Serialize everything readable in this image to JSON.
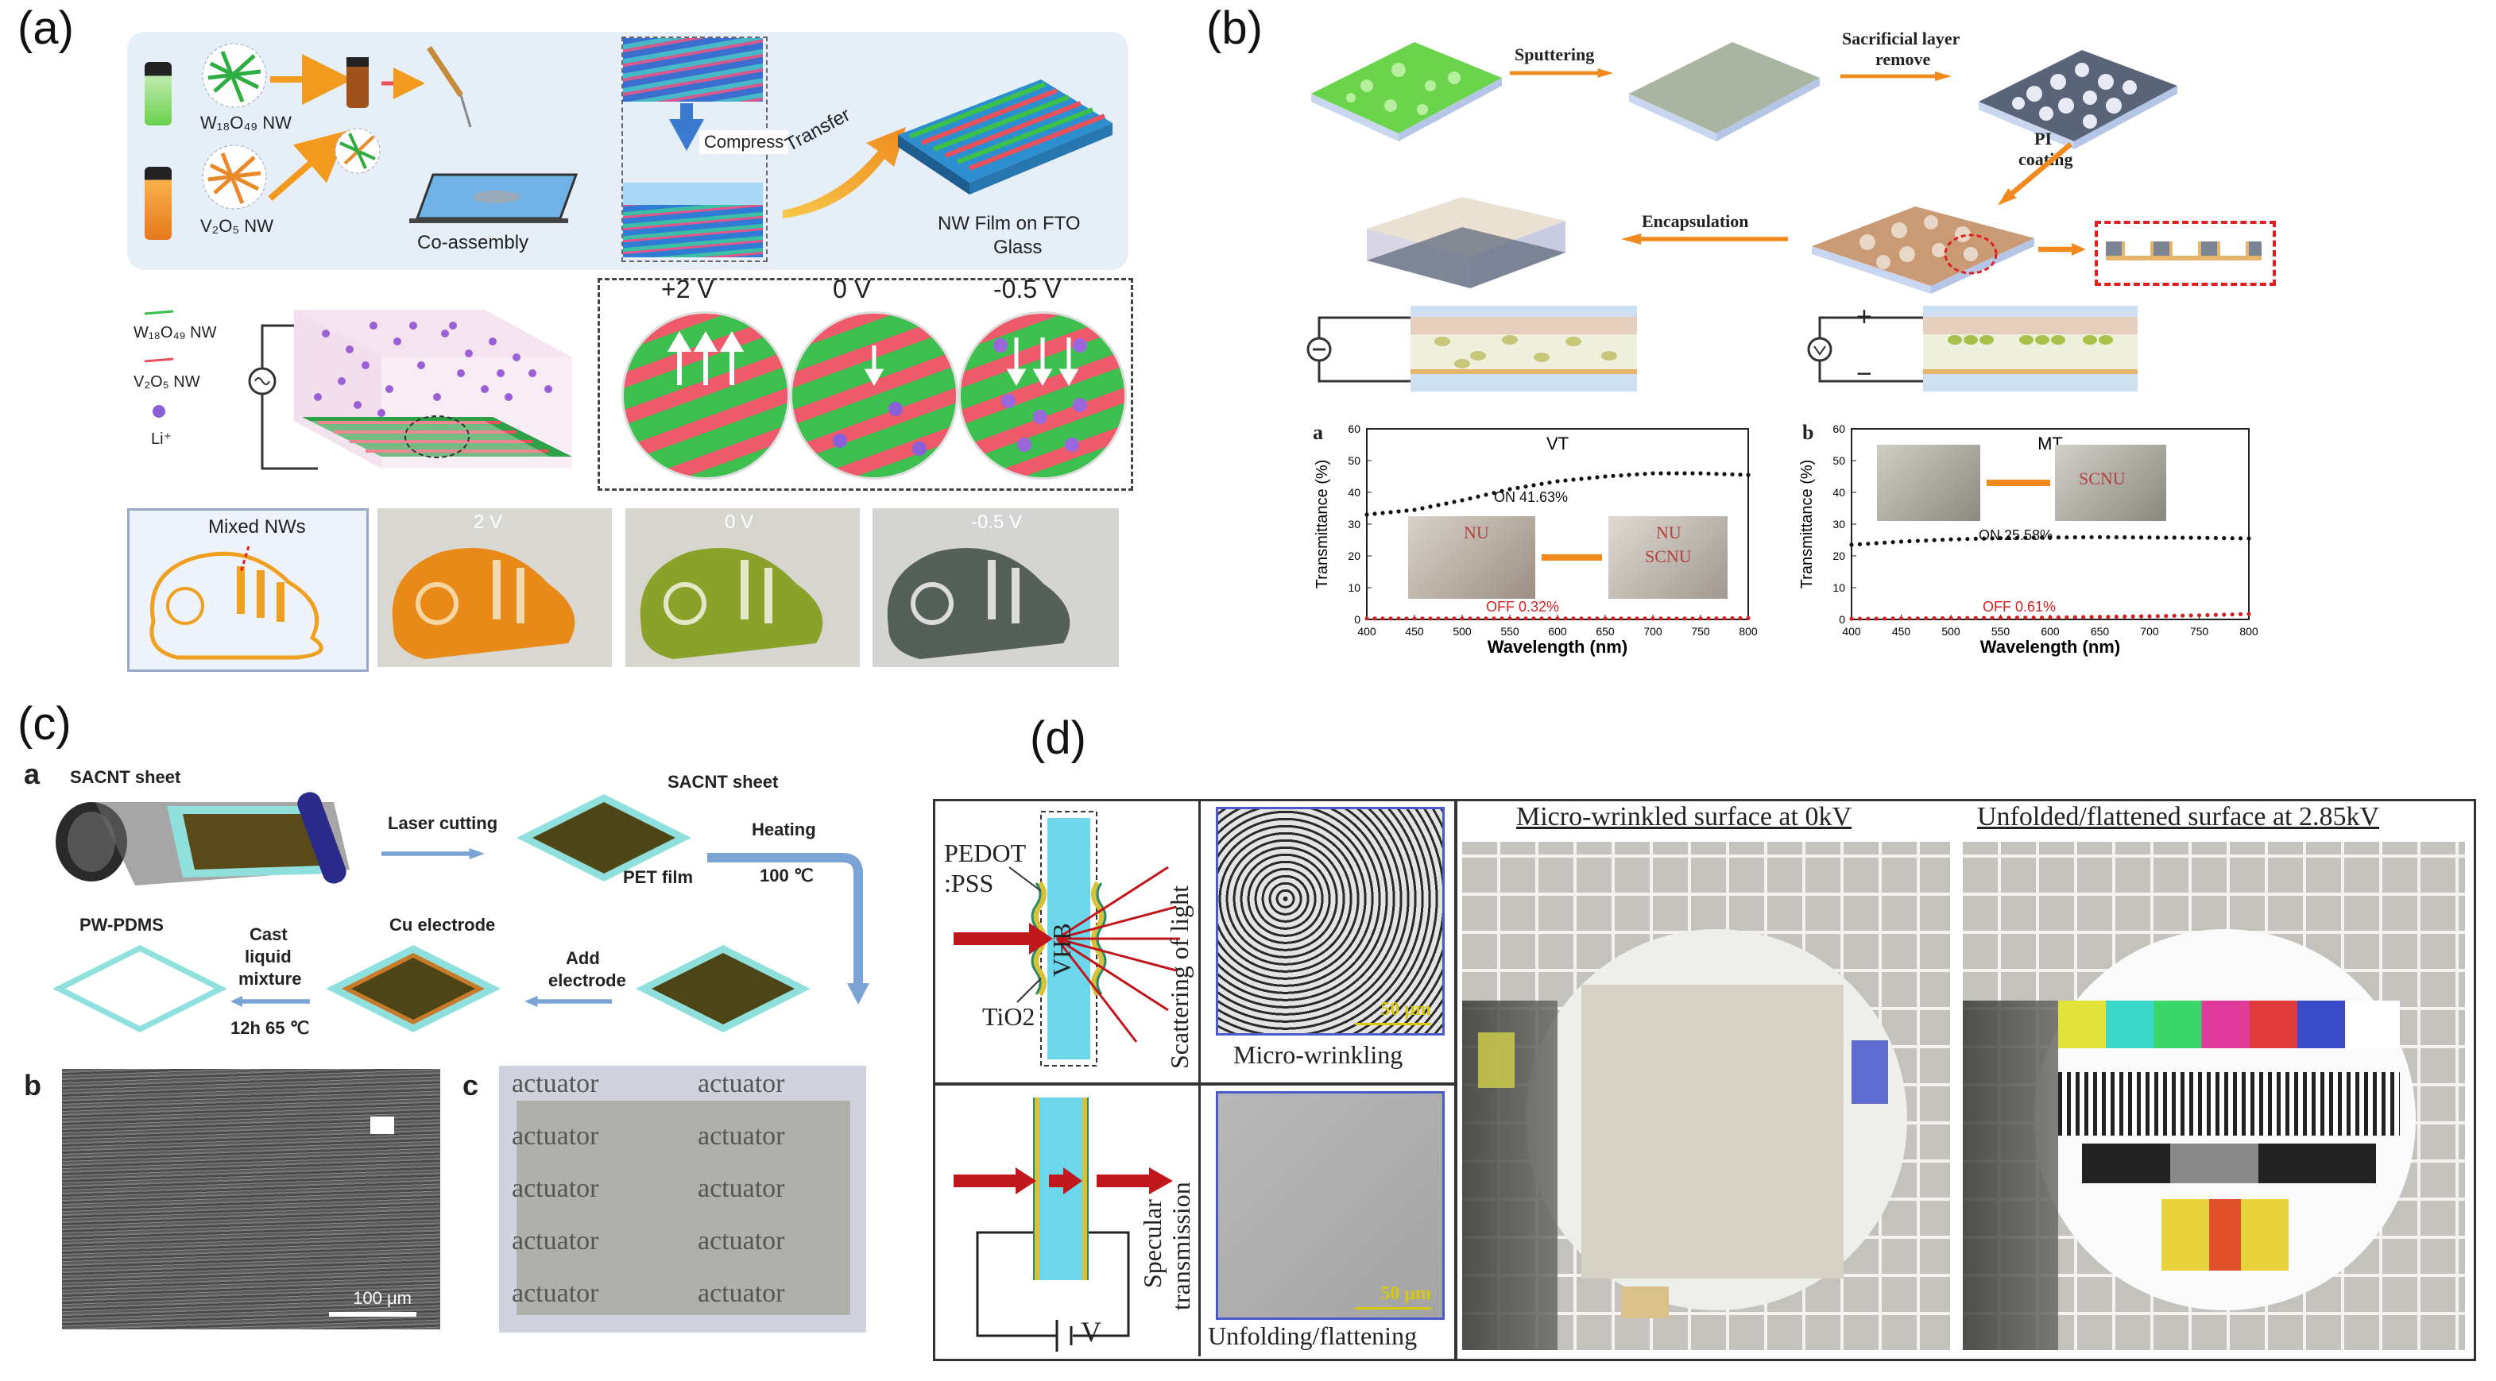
{
  "panels": {
    "a": {
      "label": "(a)",
      "w18o49_nw": "W₁₈O₄₉ NW",
      "v2o5_nw": "V₂O₅ NW",
      "co_assembly": "Co-assembly",
      "compress": "Compress",
      "transfer": "Transfer",
      "nw_film_line1": "NW Film on FTO",
      "nw_film_line2": "Glass",
      "legend_w": "W₁₈O₄₉ NW",
      "legend_v": "V₂O₅ NW",
      "legend_li": "Li⁺",
      "v_plus2": "+2 V",
      "v_zero": "0 V",
      "v_neg": "-0.5 V",
      "mixed_nws": "Mixed NWs",
      "photo_2v": "2 V",
      "photo_0v": "0 V",
      "photo_neg": "-0.5 V"
    },
    "b": {
      "label": "(b)",
      "sputtering": "Sputtering",
      "sacrificial_line1": "Sacrificial layer",
      "sacrificial_line2": "remove",
      "pi_line1": "PI",
      "pi_line2": "coating",
      "encapsulation": "Encapsulation",
      "plus": "+",
      "minus": "−",
      "chart_a_letter": "a",
      "chart_b_letter": "b",
      "chart_a_title": "VT",
      "chart_b_title": "MT",
      "chart_a_on": "ON  41.63%",
      "chart_a_off": "OFF  0.32%",
      "chart_b_on": "ON  25.58%",
      "chart_b_off": "OFF  0.61%",
      "ylabel": "Transmittance (%)",
      "xlabel": "Wavelength  (nm)",
      "photo_text_a1": "NU",
      "photo_text_a2": "SCNU"
    },
    "c": {
      "label": "(c)",
      "sub_a": "a",
      "sacnt_sheet_1": "SACNT sheet",
      "laser_cutting": "Laser cutting",
      "sacnt_sheet_2": "SACNT sheet",
      "pet_film": "PET film",
      "heating": "Heating",
      "temp_100": "100 ℃",
      "pw_pdms": "PW-PDMS",
      "cast_line1": "Cast",
      "cast_line2": "liquid",
      "cast_line3": "mixture",
      "cond": "12h  65 ℃",
      "cu_electrode": "Cu electrode",
      "add_line1": "Add",
      "add_line2": "electrode",
      "sub_b": "b",
      "sub_c": "c",
      "scale_100um": "100 μm",
      "actuator_word": "actuator"
    },
    "d": {
      "label": "(d)",
      "pedot_line1": "PEDOT",
      "pedot_line2": ":PSS",
      "vhb": "VHB",
      "tio2": "TiO2",
      "scattering": "Scattering of light",
      "micro_wrinkling": "Micro-wrinkling",
      "scale_50um_1": "50 μm",
      "specular_line1": "Specular",
      "specular_line2": "transmission",
      "unfolding": "Unfolding/flattening",
      "scale_50um_2": "50 μm",
      "volt": "V",
      "title_left": "Micro-wrinkled surface at 0kV",
      "title_right": "Unfolded/flattened surface at 2.85kV"
    }
  },
  "colors": {
    "panel_a_bg": "#e6eef8",
    "green_nw": "#3bbf4a",
    "red_nw": "#e8505b",
    "orange_arrow": "#f39a1e",
    "blue_arrow": "#6a9ad6",
    "li_purple": "#a86bdc",
    "chart_on": "#111111",
    "chart_off": "#d62020"
  },
  "chart_data": [
    {
      "type": "line",
      "title": "VT",
      "xlabel": "Wavelength  (nm)",
      "ylabel": "Transmittance (%)",
      "xlim": [
        400,
        800
      ],
      "ylim": [
        0,
        60
      ],
      "x": [
        400,
        450,
        500,
        550,
        600,
        650,
        700,
        750,
        800
      ],
      "series": [
        {
          "name": "ON  41.63%",
          "values": [
            33,
            34.5,
            37.5,
            41,
            43.5,
            45,
            46,
            46,
            45.5
          ]
        },
        {
          "name": "OFF  0.32%",
          "values": [
            0.3,
            0.3,
            0.3,
            0.3,
            0.3,
            0.3,
            0.3,
            0.3,
            0.4
          ]
        }
      ]
    },
    {
      "type": "line",
      "title": "MT",
      "xlabel": "Wavelength  (nm)",
      "ylabel": "Transmittance (%)",
      "xlim": [
        400,
        800
      ],
      "ylim": [
        0,
        60
      ],
      "x": [
        400,
        450,
        500,
        550,
        600,
        650,
        700,
        750,
        800
      ],
      "series": [
        {
          "name": "ON  25.58%",
          "values": [
            23.5,
            24.5,
            25.2,
            25.6,
            25.8,
            25.9,
            25.8,
            25.7,
            25.5
          ]
        },
        {
          "name": "OFF  0.61%",
          "values": [
            0.2,
            0.3,
            0.4,
            0.5,
            0.6,
            0.8,
            1.0,
            1.3,
            1.7
          ]
        }
      ]
    }
  ]
}
